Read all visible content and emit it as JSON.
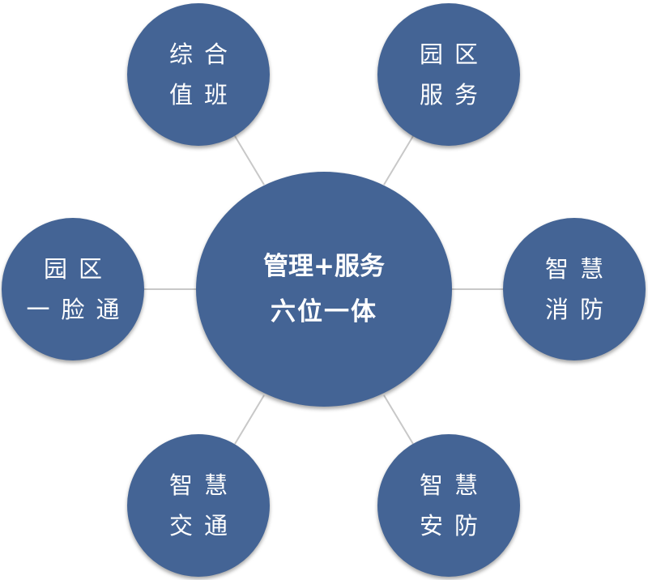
{
  "center": {
    "line1": "管理+服务",
    "line2": "六位一体",
    "color": "#446495"
  },
  "nodes": {
    "zonghe": {
      "line1": "综合",
      "line2": "值班"
    },
    "yuanqu_fuwu": {
      "line1": "园区",
      "line2": "服务"
    },
    "yuanqu_yilian": {
      "line1": "园区",
      "line2": "一脸通"
    },
    "zhihui_xiaofang": {
      "line1": "智慧",
      "line2": "消防"
    },
    "zhihui_jiaotong": {
      "line1": "智慧",
      "line2": "交通"
    },
    "zhihui_anfang": {
      "line1": "智慧",
      "line2": "安防"
    }
  },
  "colors": {
    "node_fill": "#446495",
    "connector": "#c8c8c8",
    "text": "#ffffff"
  }
}
